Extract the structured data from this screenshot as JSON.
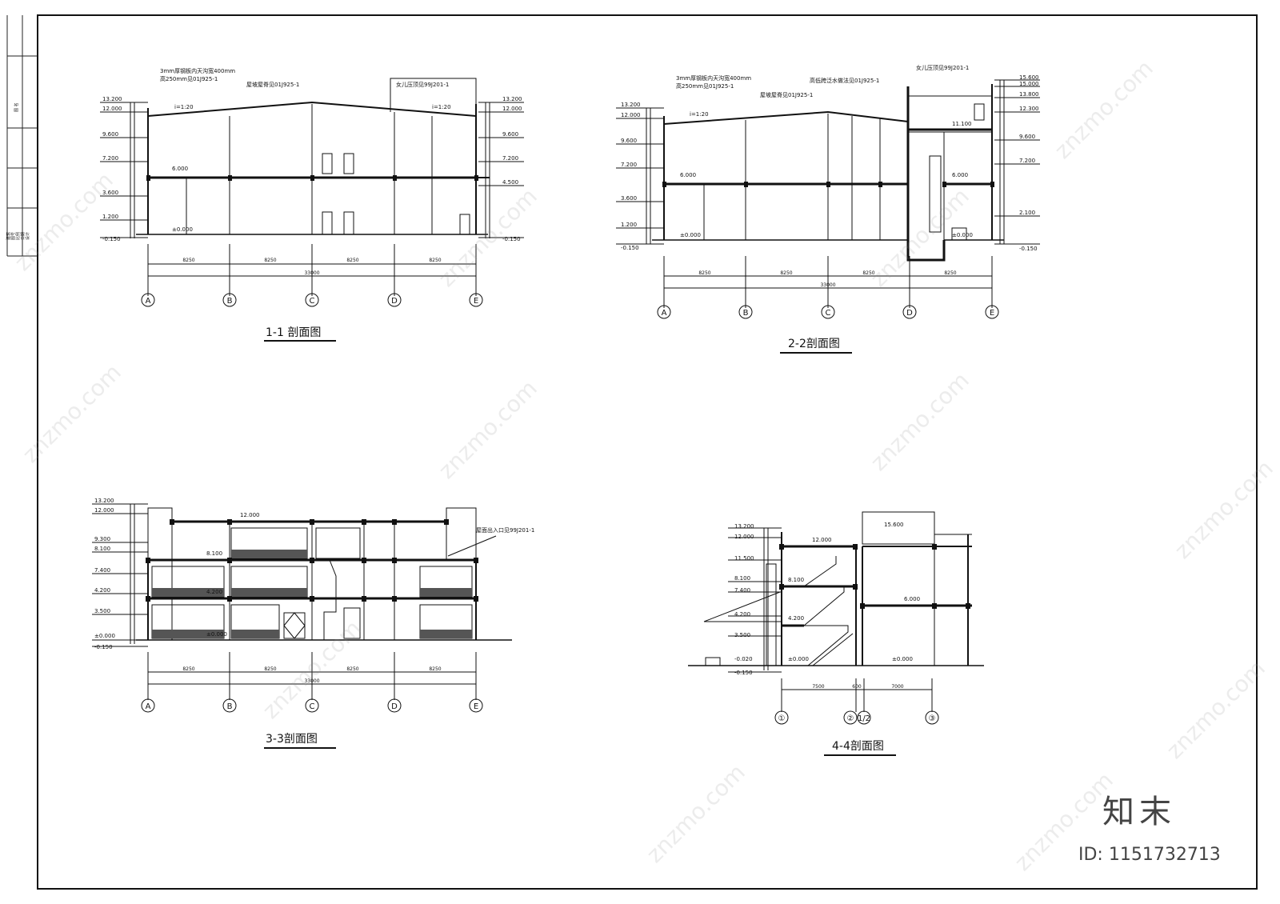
{
  "sections": [
    {
      "title": "1-1 剖面图",
      "axis_labels": [
        "A",
        "B",
        "C",
        "D",
        "E"
      ],
      "bay_dims": [
        "8250",
        "8250",
        "8250",
        "8250"
      ],
      "total_dim": "33000",
      "elevations_left": [
        "13.200",
        "12.000",
        "9.600",
        "7.200",
        "3.600",
        "1.200",
        "-0.150"
      ],
      "elevations_right": [
        "13.200",
        "12.000",
        "9.600",
        "7.200",
        "4.500",
        "-0.150"
      ],
      "floor_labels": [
        "6.000",
        "±0.000"
      ],
      "notes": [
        "3mm厚钢板内天沟宽400mm",
        "高250mm见01J925-1",
        "屋坡屋脊见01J925-1",
        "女儿压顶见99J201-1",
        "i=1:20",
        "i=1:20"
      ]
    },
    {
      "title": "2-2剖面图",
      "axis_labels": [
        "A",
        "B",
        "C",
        "D",
        "E"
      ],
      "bay_dims": [
        "8250",
        "8250",
        "8250",
        "8250"
      ],
      "total_dim": "33000",
      "elevations_left": [
        "13.200",
        "12.000",
        "9.600",
        "7.200",
        "3.600",
        "1.200",
        "-0.150"
      ],
      "elevations_right": [
        "15.600",
        "15.000",
        "13.800",
        "12.300",
        "9.600",
        "7.200",
        "2.100",
        "-0.150"
      ],
      "floor_labels": [
        "11.100",
        "6.000",
        "6.000",
        "±0.000",
        "±0.000"
      ],
      "notes": [
        "3mm厚钢板内天沟宽400mm",
        "高250mm见01J925-1",
        "屋坡屋脊见01J925-1",
        "高低跨泛水做法见01J925-1",
        "女儿压顶见99J201-1",
        "i=1:20"
      ]
    },
    {
      "title": "3-3剖面图",
      "axis_labels": [
        "A",
        "B",
        "C",
        "D",
        "E"
      ],
      "bay_dims": [
        "8250",
        "8250",
        "8250",
        "8250"
      ],
      "total_dim": "33000",
      "elevations_left": [
        "13.200",
        "12.000",
        "9.300",
        "8.100",
        "7.400",
        "4.200",
        "3.500",
        "±0.000",
        "-0.150"
      ],
      "floor_labels": [
        "12.000",
        "8.100",
        "4.200",
        "±0.000"
      ],
      "notes": [
        "屋面出入口见99J201-1"
      ]
    },
    {
      "title": "4-4剖面图",
      "axis_labels": [
        "①",
        "②",
        "1/2",
        "③"
      ],
      "bay_dims": [
        "7500",
        "600",
        "7000"
      ],
      "elevations_left": [
        "13.200",
        "12.000",
        "11.500",
        "8.100",
        "7.400",
        "4.200",
        "3.500",
        "-0.020",
        "-0.150"
      ],
      "floor_labels": [
        "15.600",
        "12.000",
        "8.100",
        "6.000",
        "4.200",
        "±0.000",
        "±0.000"
      ],
      "notes": []
    }
  ],
  "title_block_labels": [
    "图 名",
    "建筑",
    "图号",
    "比例",
    "日期",
    "设计"
  ],
  "watermark": {
    "site": "znzmo.com",
    "brand": "知末",
    "id": "ID: 1151732713"
  }
}
